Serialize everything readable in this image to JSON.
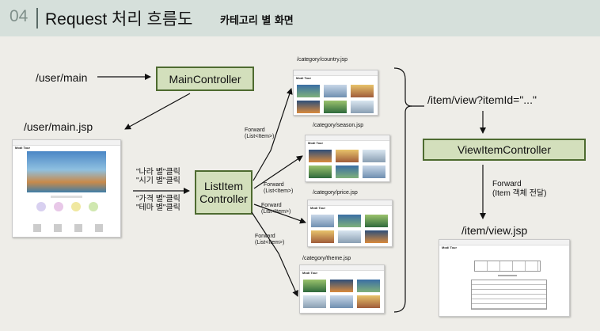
{
  "header": {
    "number": "04",
    "title": "Request 처리 흐름도",
    "subtitle": "카테고리 별 화면"
  },
  "urls": {
    "user_main": "/user/main",
    "user_main_jsp": "/user/main.jsp",
    "item_view_param": "/item/view?itemId=\"...\"",
    "item_view_jsp": "/item/view.jsp"
  },
  "boxes": {
    "main_controller": "MainController",
    "list_item_controller": [
      "ListItem",
      "Controller"
    ],
    "view_item_controller": "ViewItemController"
  },
  "click_labels": {
    "line1": "\"나라 별\"클릭",
    "line2": "\"시기 별\"클릭",
    "line3": "\"가격 별\"클릭",
    "line4": "\"테마 별\"클릭"
  },
  "forward_labels": [
    [
      "Forward",
      "(List<Item>)"
    ],
    [
      "Forward",
      "(List<Item>)"
    ],
    [
      "Forward",
      "(List<Item>)"
    ],
    [
      "Forward",
      "(List<Item>)"
    ]
  ],
  "forward_item": [
    "Forward",
    "(Item 객체 전달)"
  ],
  "category_pages": [
    "/category/country.jsp",
    "/category/season.jsp",
    "/category/price.jsp",
    "/category/theme.jsp"
  ],
  "thumb_logo": "Modi Tour"
}
